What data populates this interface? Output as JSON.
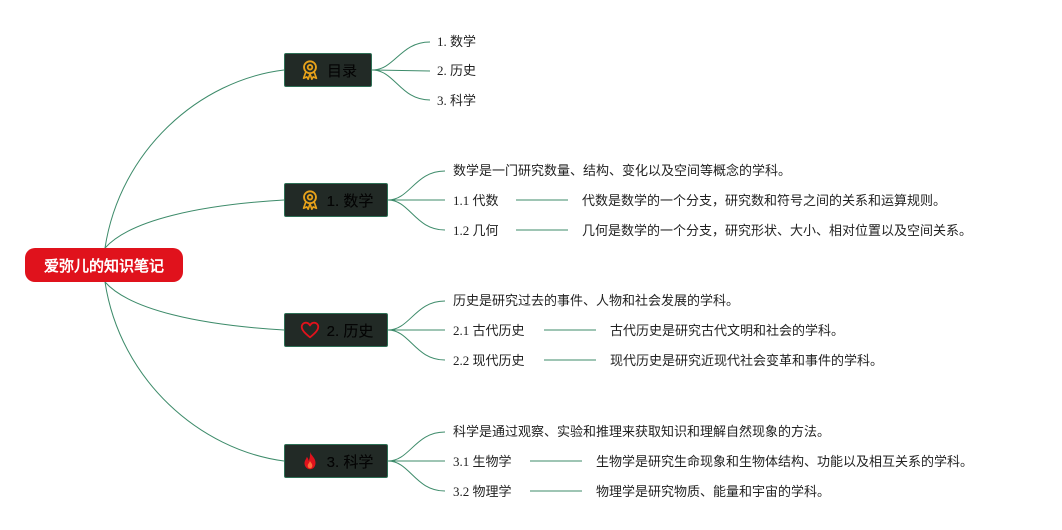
{
  "root": {
    "label": "爱弥儿的知识笔记"
  },
  "colors": {
    "root_bg": "#e0121c",
    "topic_bg": "#222a26",
    "line": "#3d8b6a",
    "icon_gold": "#e8a21a",
    "icon_red": "#e0121c"
  },
  "topics": [
    {
      "label": "目录",
      "icon": "award-ribbon-icon",
      "children": [
        {
          "label": "1. 数学"
        },
        {
          "label": "2. 历史"
        },
        {
          "label": "3. 科学"
        }
      ]
    },
    {
      "label": "1. 数学",
      "icon": "award-ribbon-icon",
      "description": "数学是一门研究数量、结构、变化以及空间等概念的学科。",
      "subtopics": [
        {
          "label": "1.1 代数",
          "detail": "代数是数学的一个分支，研究数和符号之间的关系和运算规则。"
        },
        {
          "label": "1.2 几何",
          "detail": "几何是数学的一个分支，研究形状、大小、相对位置以及空间关系。"
        }
      ]
    },
    {
      "label": "2. 历史",
      "icon": "heart-icon",
      "description": "历史是研究过去的事件、人物和社会发展的学科。",
      "subtopics": [
        {
          "label": "2.1 古代历史",
          "detail": "古代历史是研究古代文明和社会的学科。"
        },
        {
          "label": "2.2 现代历史",
          "detail": "现代历史是研究近现代社会变革和事件的学科。"
        }
      ]
    },
    {
      "label": "3. 科学",
      "icon": "flame-icon",
      "description": "科学是通过观察、实验和推理来获取知识和理解自然现象的方法。",
      "subtopics": [
        {
          "label": "3.1 生物学",
          "detail": "生物学是研究生命现象和生物体结构、功能以及相互关系的学科。"
        },
        {
          "label": "3.2 物理学",
          "detail": "物理学是研究物质、能量和宇宙的学科。"
        }
      ]
    }
  ]
}
